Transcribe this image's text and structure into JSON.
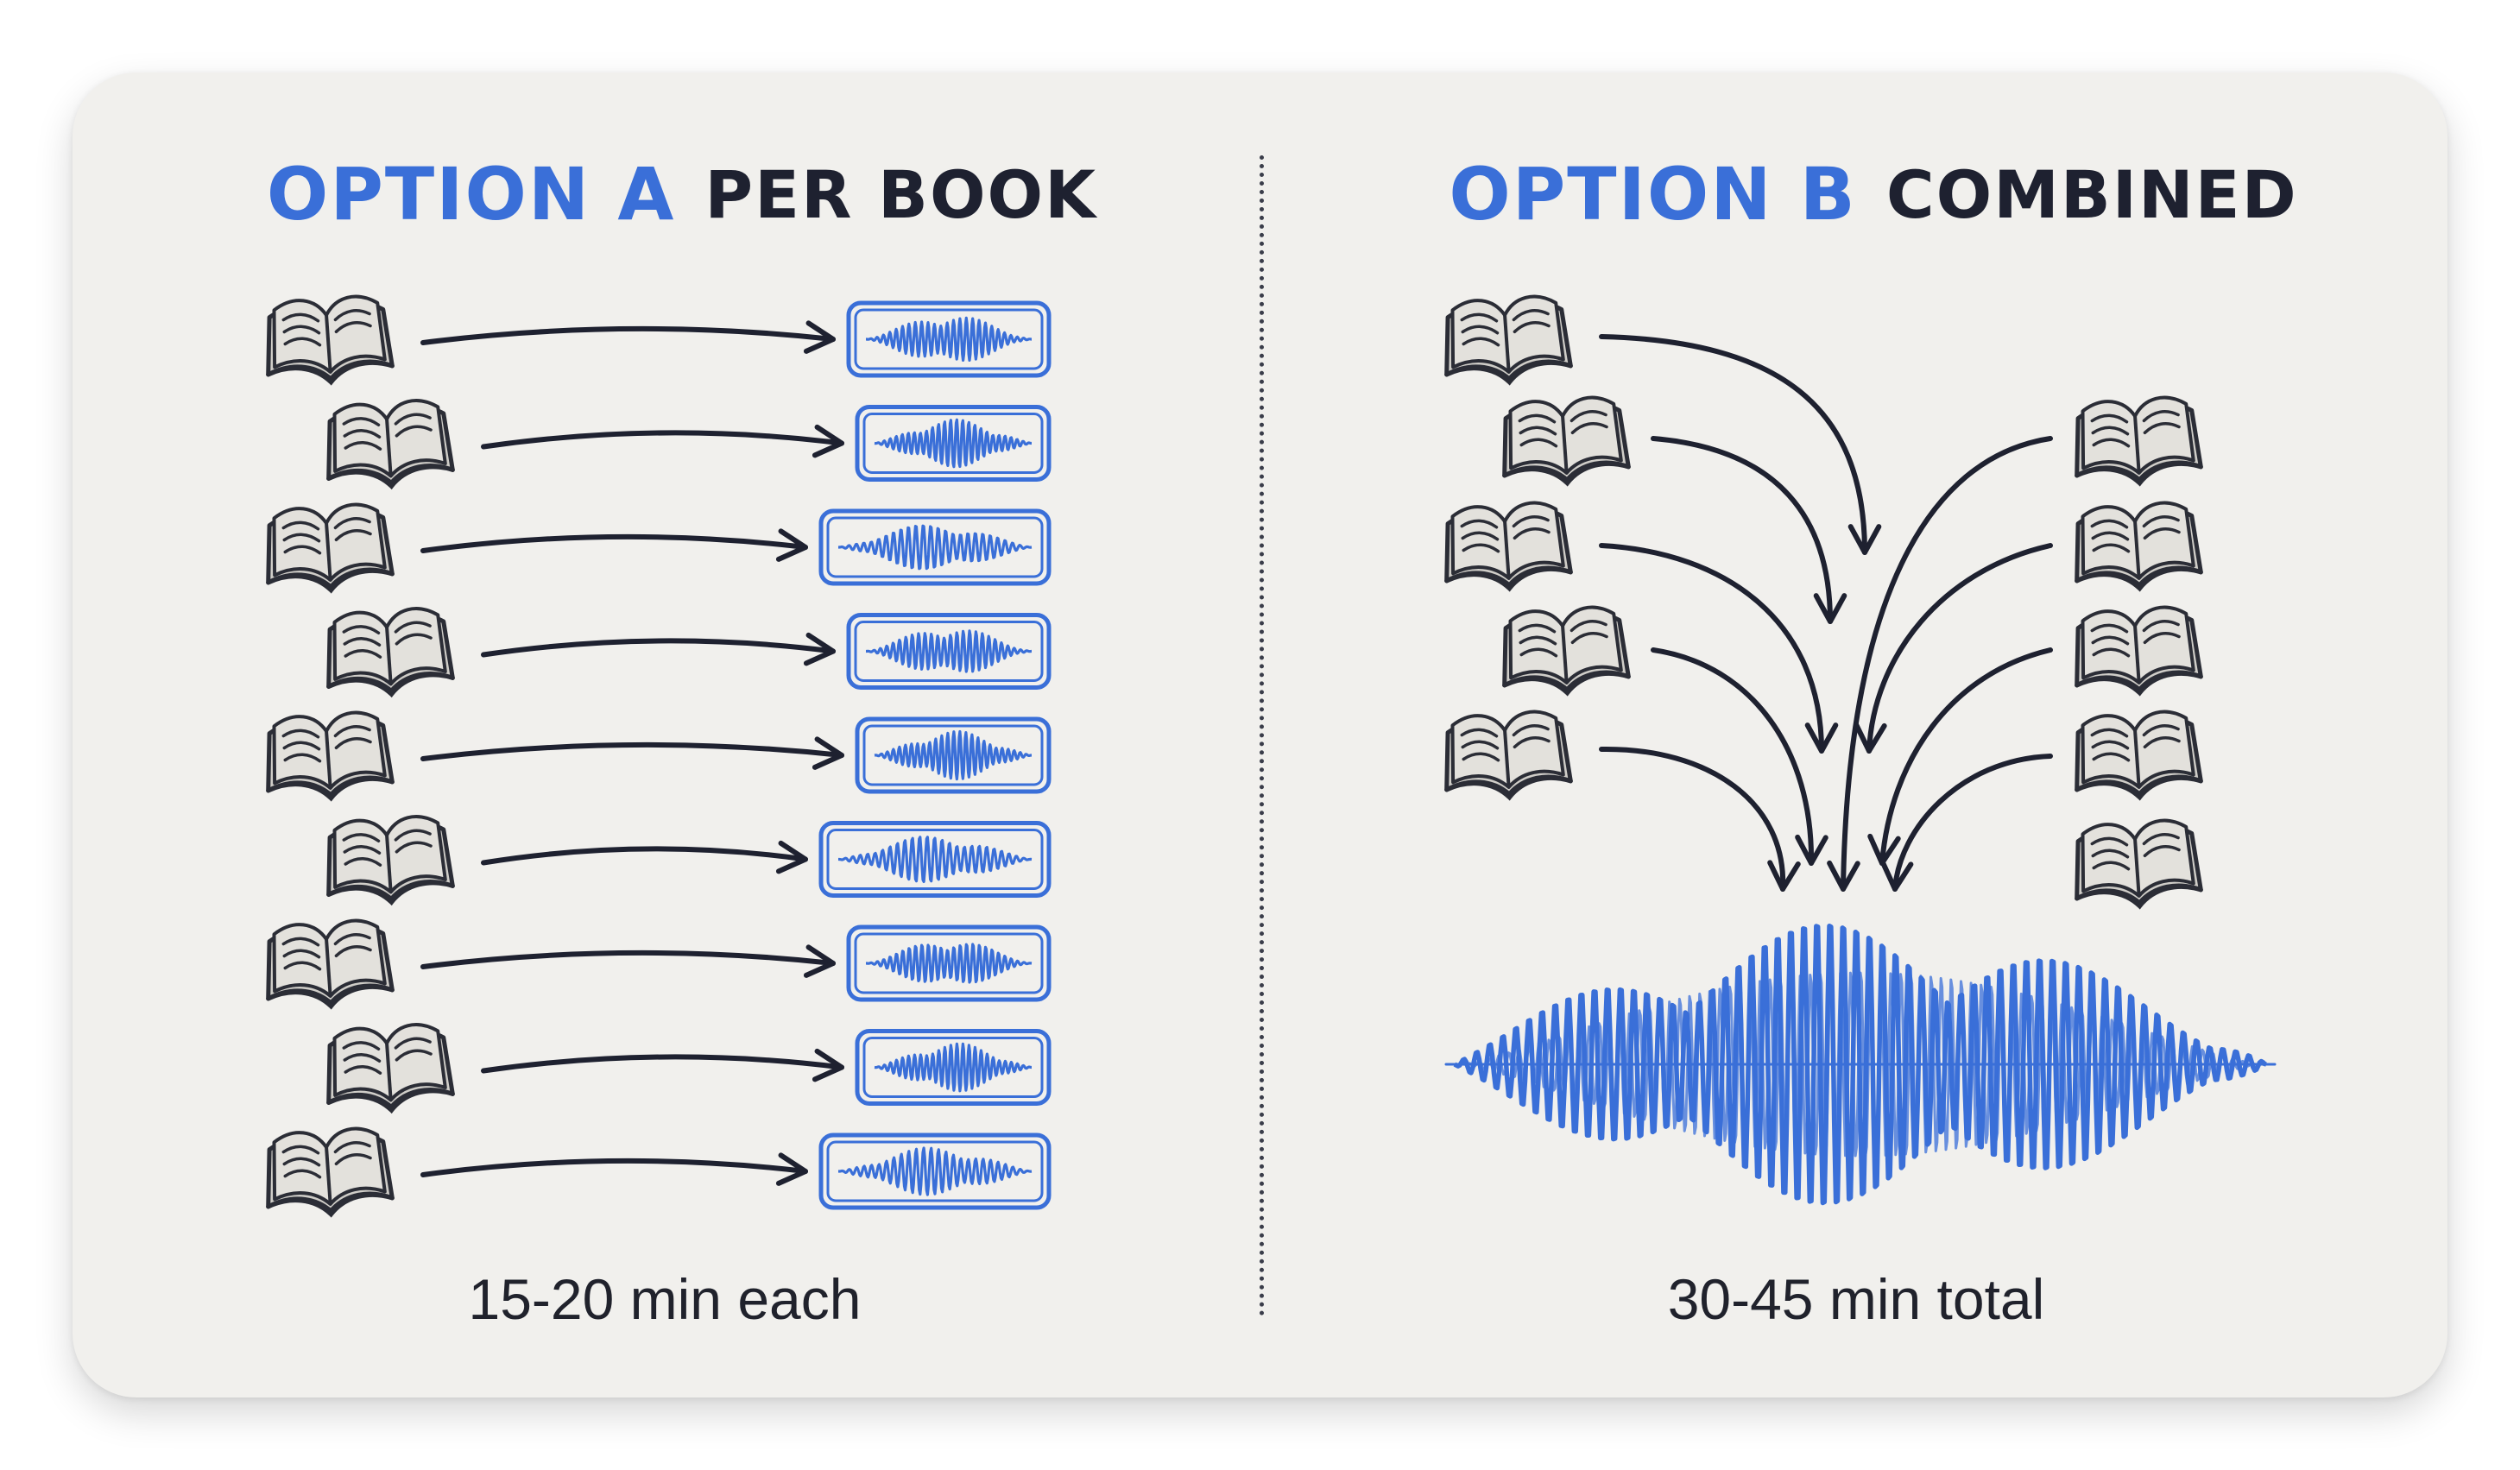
{
  "option_a": {
    "label": "OPTION A",
    "title": "PER BOOK",
    "caption": "15-20 min each",
    "book_count": 9
  },
  "option_b": {
    "label": "OPTION B",
    "title": "COMBINED",
    "caption": "30-45 min total",
    "book_count": 10
  },
  "icons": {
    "book": "open-book-icon",
    "audio": "waveform-icon",
    "arrow": "arrow-icon"
  },
  "colors": {
    "accent": "#3a6fd8",
    "ink": "#1e2130",
    "card": "#f1f0ed",
    "book_page": "#cfcdc8"
  }
}
